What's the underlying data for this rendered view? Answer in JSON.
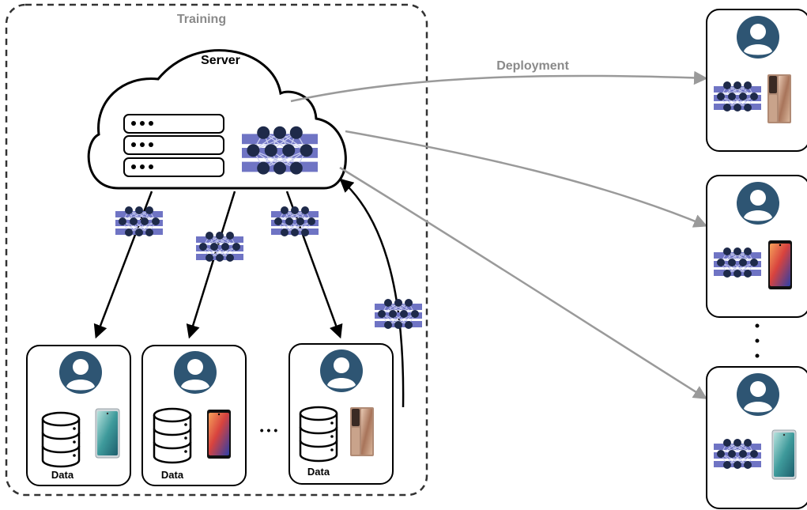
{
  "labels": {
    "training": "Training",
    "server": "Server",
    "deployment": "Deployment",
    "client_data": "Data",
    "horizontal_ellipsis": "• • •",
    "vertical_ellipsis": "⋮"
  },
  "clients": [
    {
      "phone_style": "teal"
    },
    {
      "phone_style": "black"
    },
    {
      "phone_style": "bronze"
    }
  ],
  "devices": [
    {
      "phone_style": "bronze"
    },
    {
      "phone_style": "black"
    },
    {
      "phone_style": "teal"
    }
  ],
  "colors": {
    "training_border": "#333333",
    "gray_arrow": "#9a9a9a",
    "label_gray": "#8a8a8a",
    "avatar": "#2e5573",
    "nn_node": "#1e2a4a",
    "nn_band": "#6f74c4",
    "black": "#000000"
  },
  "icons": [
    "user-avatar-icon",
    "database-icon",
    "smartphone-icon",
    "neural-network-icon",
    "server-rack-icon",
    "cloud-icon"
  ]
}
